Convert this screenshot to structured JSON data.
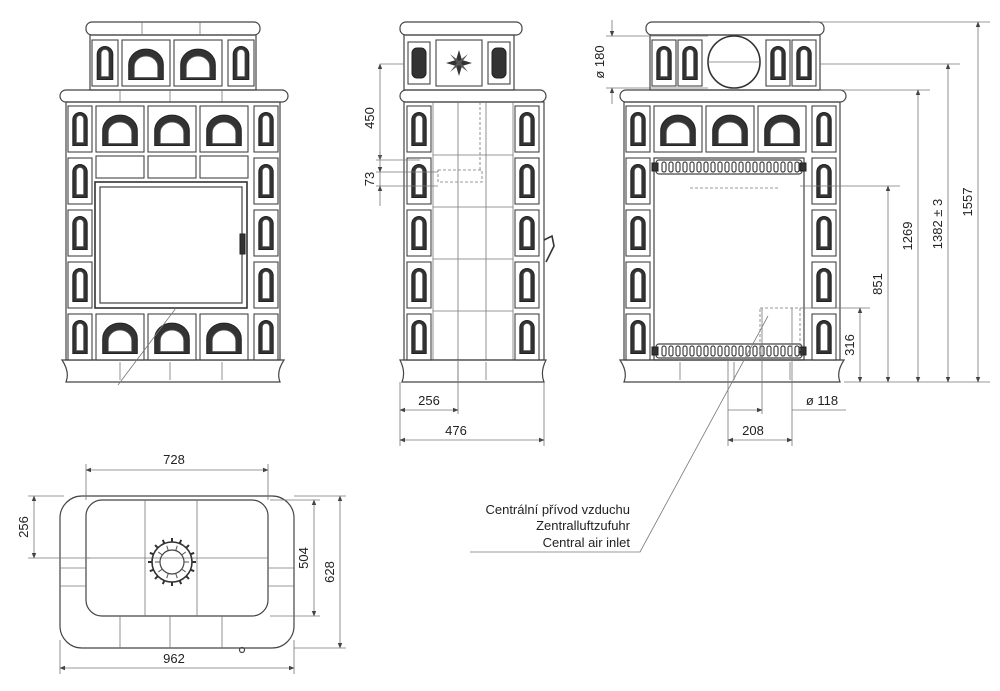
{
  "dimensions": {
    "front_height_insert_top": "1269",
    "front_height_total_body": "1382 ± 3",
    "front_height_total": "1557",
    "air_inlet_height": "851",
    "air_inlet_low": "316",
    "flue_diameter": "ø 180",
    "inlet_diameter": "ø 118",
    "inlet_offset": "208",
    "side_top_offset": "450",
    "side_small_offset": "73",
    "side_depth_inner": "256",
    "side_depth_total": "476",
    "plan_width_inner": "728",
    "plan_width_total": "962",
    "plan_depth_offset": "256",
    "plan_depth_inner": "504",
    "plan_depth_total": "628"
  },
  "legend": {
    "line_cs": "Centrální přívod vzduchu",
    "line_de": "Zentralluftzufuhr",
    "line_en": "Central air inlet"
  },
  "colors": {
    "line": "#444444",
    "text": "#222222",
    "dark_fill": "#333333"
  }
}
